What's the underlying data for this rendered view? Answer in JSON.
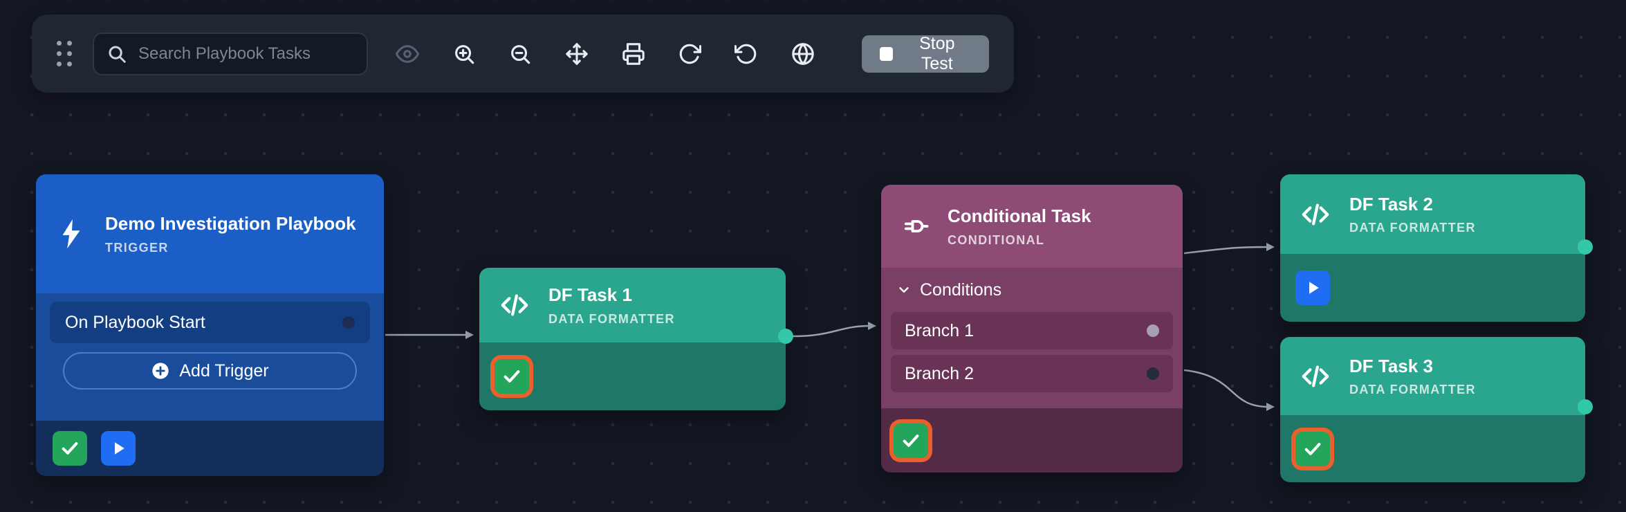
{
  "colors": {
    "canvas-bg": "#131722",
    "canvas-dot": "#262d3b",
    "toolbar-bg": "#1f2733",
    "search-bg": "#131a26",
    "search-border": "#2d3747",
    "search-placeholder": "#7c8694",
    "icon": "#e9edf3",
    "icon-dim": "#566070",
    "stop-btn-bg": "#717b87",
    "edge": "#9aa2ad",
    "trigger-header": "#1b5ec6",
    "trigger-body": "#1a4c9c",
    "trigger-row": "#133e82",
    "trigger-footer": "#132e5b",
    "teal-header": "#2aa68f",
    "teal-footer": "#1e7767",
    "teal-port": "#33c9a8",
    "cond-header": "#8d4b76",
    "cond-body": "#7a3f64",
    "cond-row": "#693355",
    "cond-footer": "#532b46",
    "success-green": "#23a55c",
    "run-blue": "#1f6df2",
    "selected-orange": "#ea5f2c"
  },
  "toolbar": {
    "search_placeholder": "Search Playbook Tasks",
    "stop_test_label": "Stop Test"
  },
  "icons": {
    "drag-handle": "six-dot-grid",
    "search": "magnifier",
    "visibility": "eye",
    "zoom-in": "magnifier-plus",
    "zoom-out": "magnifier-minus",
    "fit-view": "four-direction-arrows",
    "print": "printer",
    "redo": "circular-arrow-clockwise",
    "undo": "circular-arrow-counterclockwise",
    "web": "globe",
    "stop": "white-square",
    "trigger": "lightning-bolt",
    "data-formatter": "code-brackets",
    "conditional": "plug",
    "success": "checkmark",
    "run": "play-triangle",
    "add": "plus-circle",
    "collapse": "chevron-down",
    "connector": "dot"
  },
  "nodes": {
    "trigger": {
      "title": "Demo Investigation Playbook",
      "type_label": "TRIGGER",
      "rows": [
        {
          "label": "On Playbook Start"
        }
      ],
      "add_trigger_label": "Add Trigger"
    },
    "df_task_1": {
      "title": "DF Task 1",
      "type_label": "DATA FORMATTER"
    },
    "conditional": {
      "title": "Conditional Task",
      "type_label": "CONDITIONAL",
      "conditions_label": "Conditions",
      "branches": [
        "Branch 1",
        "Branch 2"
      ]
    },
    "df_task_2": {
      "title": "DF Task 2",
      "type_label": "DATA FORMATTER"
    },
    "df_task_3": {
      "title": "DF Task 3",
      "type_label": "DATA FORMATTER"
    }
  }
}
